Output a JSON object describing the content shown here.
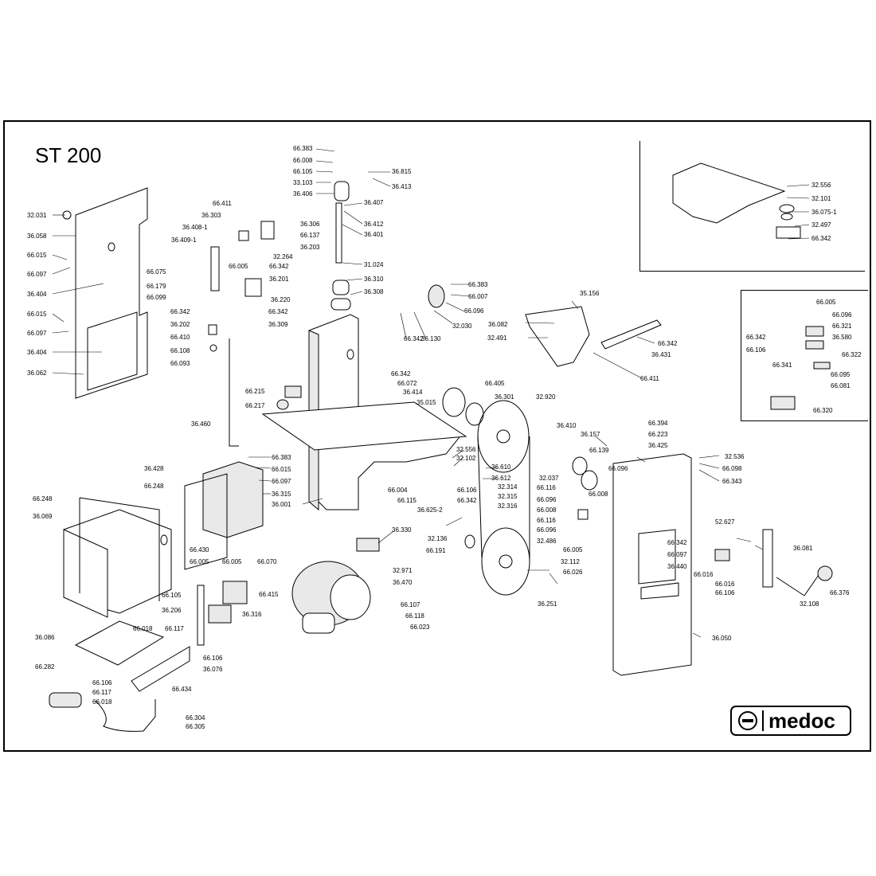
{
  "title": "ST 200",
  "brand": "medoc",
  "colors": {
    "ink": "#000000",
    "paper": "#ffffff",
    "part": "#e9e9e9"
  },
  "labels": [
    {
      "id": "p1",
      "text": "66.383"
    },
    {
      "id": "p2",
      "text": "66.008"
    },
    {
      "id": "p3",
      "text": "66.105"
    },
    {
      "id": "p4",
      "text": "33.103"
    },
    {
      "id": "p5",
      "text": "36.406"
    },
    {
      "id": "p6",
      "text": "36.815"
    },
    {
      "id": "p7",
      "text": "36.413"
    },
    {
      "id": "p8",
      "text": "36.407"
    },
    {
      "id": "p9",
      "text": "36.412"
    },
    {
      "id": "p10",
      "text": "36.401"
    },
    {
      "id": "p11",
      "text": "31.024"
    },
    {
      "id": "p12",
      "text": "36.310"
    },
    {
      "id": "p13",
      "text": "36.308"
    },
    {
      "id": "p14",
      "text": "32.031"
    },
    {
      "id": "p15",
      "text": "36.058"
    },
    {
      "id": "p16",
      "text": "66.015"
    },
    {
      "id": "p17",
      "text": "66.097"
    },
    {
      "id": "p18",
      "text": "36.404"
    },
    {
      "id": "p19",
      "text": "66.015"
    },
    {
      "id": "p20",
      "text": "66.097"
    },
    {
      "id": "p21",
      "text": "36.404"
    },
    {
      "id": "p22",
      "text": "36.062"
    },
    {
      "id": "p23",
      "text": "66.411"
    },
    {
      "id": "p24",
      "text": "36.303"
    },
    {
      "id": "p25",
      "text": "36.408-1"
    },
    {
      "id": "p26",
      "text": "36.409-1"
    },
    {
      "id": "p27",
      "text": "36.306"
    },
    {
      "id": "p28",
      "text": "66.137"
    },
    {
      "id": "p29",
      "text": "36.203"
    },
    {
      "id": "p30",
      "text": "32.264"
    },
    {
      "id": "p31",
      "text": "66.005"
    },
    {
      "id": "p32",
      "text": "66.075"
    },
    {
      "id": "p33",
      "text": "66.179"
    },
    {
      "id": "p34",
      "text": "66.099"
    },
    {
      "id": "p35",
      "text": "66.342"
    },
    {
      "id": "p36",
      "text": "36.201"
    },
    {
      "id": "p37",
      "text": "66.342"
    },
    {
      "id": "p38",
      "text": "36.202"
    },
    {
      "id": "p39",
      "text": "66.410"
    },
    {
      "id": "p40",
      "text": "66.108"
    },
    {
      "id": "p41",
      "text": "66.093"
    },
    {
      "id": "p42",
      "text": "36.220"
    },
    {
      "id": "p43",
      "text": "66.342"
    },
    {
      "id": "p44",
      "text": "36.309"
    },
    {
      "id": "p45",
      "text": "36.460"
    },
    {
      "id": "p46",
      "text": "66.383"
    },
    {
      "id": "p47",
      "text": "66.007"
    },
    {
      "id": "p48",
      "text": "66.096"
    },
    {
      "id": "p49",
      "text": "32.030"
    },
    {
      "id": "p50",
      "text": "36.130"
    },
    {
      "id": "p51",
      "text": "66.342"
    },
    {
      "id": "p52",
      "text": "35.156"
    },
    {
      "id": "p53",
      "text": "36.082"
    },
    {
      "id": "p54",
      "text": "32.491"
    },
    {
      "id": "p55",
      "text": "66.342"
    },
    {
      "id": "p56",
      "text": "36.431"
    },
    {
      "id": "p57",
      "text": "66.411"
    },
    {
      "id": "p58",
      "text": "32.556"
    },
    {
      "id": "p59",
      "text": "32.101"
    },
    {
      "id": "p60",
      "text": "36.075-1"
    },
    {
      "id": "p61",
      "text": "32.497"
    },
    {
      "id": "p62",
      "text": "66.342"
    },
    {
      "id": "p63",
      "text": "66.005"
    },
    {
      "id": "p64",
      "text": "66.096"
    },
    {
      "id": "p65",
      "text": "66.321"
    },
    {
      "id": "p66",
      "text": "66.342"
    },
    {
      "id": "p67",
      "text": "66.106"
    },
    {
      "id": "p68",
      "text": "36.580"
    },
    {
      "id": "p69",
      "text": "66.322"
    },
    {
      "id": "p70",
      "text": "66.341"
    },
    {
      "id": "p71",
      "text": "66.095"
    },
    {
      "id": "p72",
      "text": "66.081"
    },
    {
      "id": "p73",
      "text": "66.320"
    },
    {
      "id": "p74",
      "text": "66.342"
    },
    {
      "id": "p75",
      "text": "66.072"
    },
    {
      "id": "p76",
      "text": "36.414"
    },
    {
      "id": "p77",
      "text": "35.015"
    },
    {
      "id": "p78",
      "text": "66.215"
    },
    {
      "id": "p79",
      "text": "66.217"
    },
    {
      "id": "p80",
      "text": "66.405"
    },
    {
      "id": "p81",
      "text": "36.301"
    },
    {
      "id": "p82",
      "text": "32.920"
    },
    {
      "id": "p83",
      "text": "36.410"
    },
    {
      "id": "p84",
      "text": "36.157"
    },
    {
      "id": "p85",
      "text": "66.139"
    },
    {
      "id": "p86",
      "text": "66.394"
    },
    {
      "id": "p87",
      "text": "66.223"
    },
    {
      "id": "p88",
      "text": "36.425"
    },
    {
      "id": "p89",
      "text": "32.536"
    },
    {
      "id": "p90",
      "text": "66.098"
    },
    {
      "id": "p91",
      "text": "66.343"
    },
    {
      "id": "p92",
      "text": "66.383"
    },
    {
      "id": "p93",
      "text": "66.015"
    },
    {
      "id": "p94",
      "text": "66.097"
    },
    {
      "id": "p95",
      "text": "36.315"
    },
    {
      "id": "p96",
      "text": "36.001"
    },
    {
      "id": "p97",
      "text": "36.428"
    },
    {
      "id": "p98",
      "text": "66.248"
    },
    {
      "id": "p99",
      "text": "66.248"
    },
    {
      "id": "p100",
      "text": "36.069"
    },
    {
      "id": "p101",
      "text": "32.556"
    },
    {
      "id": "p102",
      "text": "32.102"
    },
    {
      "id": "p103",
      "text": "36.610"
    },
    {
      "id": "p104",
      "text": "36.612"
    },
    {
      "id": "p105",
      "text": "66.004"
    },
    {
      "id": "p106",
      "text": "66.115"
    },
    {
      "id": "p107",
      "text": "66.106"
    },
    {
      "id": "p108",
      "text": "66.342"
    },
    {
      "id": "p109",
      "text": "36.625-2"
    },
    {
      "id": "p110",
      "text": "32.314"
    },
    {
      "id": "p111",
      "text": "32.315"
    },
    {
      "id": "p112",
      "text": "32.316"
    },
    {
      "id": "p113",
      "text": "32.037"
    },
    {
      "id": "p114",
      "text": "66.096"
    },
    {
      "id": "p115",
      "text": "66.008"
    },
    {
      "id": "p116",
      "text": "66.116"
    },
    {
      "id": "p117",
      "text": "66.096"
    },
    {
      "id": "p118",
      "text": "66.008"
    },
    {
      "id": "p119",
      "text": "66.116"
    },
    {
      "id": "p120",
      "text": "66.096"
    },
    {
      "id": "p121",
      "text": "32.486"
    },
    {
      "id": "p122",
      "text": "66.005"
    },
    {
      "id": "p123",
      "text": "52.627"
    },
    {
      "id": "p124",
      "text": "36.081"
    },
    {
      "id": "p125",
      "text": "66.342"
    },
    {
      "id": "p126",
      "text": "66.097"
    },
    {
      "id": "p127",
      "text": "36.440"
    },
    {
      "id": "p128",
      "text": "66.016"
    },
    {
      "id": "p129",
      "text": "66.016"
    },
    {
      "id": "p130",
      "text": "66.106"
    },
    {
      "id": "p131",
      "text": "66.376"
    },
    {
      "id": "p132",
      "text": "32.108"
    },
    {
      "id": "p133",
      "text": "36.050"
    },
    {
      "id": "p134",
      "text": "36.330"
    },
    {
      "id": "p135",
      "text": "32.136"
    },
    {
      "id": "p136",
      "text": "66.191"
    },
    {
      "id": "p137",
      "text": "32.112"
    },
    {
      "id": "p138",
      "text": "66.026"
    },
    {
      "id": "p139",
      "text": "36.251"
    },
    {
      "id": "p140",
      "text": "32.971"
    },
    {
      "id": "p141",
      "text": "36.470"
    },
    {
      "id": "p142",
      "text": "66.107"
    },
    {
      "id": "p143",
      "text": "66.118"
    },
    {
      "id": "p144",
      "text": "66.023"
    },
    {
      "id": "p145",
      "text": "66.430"
    },
    {
      "id": "p146",
      "text": "66.005"
    },
    {
      "id": "p147",
      "text": "66.005"
    },
    {
      "id": "p148",
      "text": "66.070"
    },
    {
      "id": "p149",
      "text": "66.105"
    },
    {
      "id": "p150",
      "text": "66.415"
    },
    {
      "id": "p151",
      "text": "36.206"
    },
    {
      "id": "p152",
      "text": "36.316"
    },
    {
      "id": "p153",
      "text": "36.086"
    },
    {
      "id": "p154",
      "text": "66.018"
    },
    {
      "id": "p155",
      "text": "66.117"
    },
    {
      "id": "p156",
      "text": "66.282"
    },
    {
      "id": "p157",
      "text": "66.106"
    },
    {
      "id": "p158",
      "text": "36.076"
    },
    {
      "id": "p159",
      "text": "66.106"
    },
    {
      "id": "p160",
      "text": "66.117"
    },
    {
      "id": "p161",
      "text": "66.018"
    },
    {
      "id": "p162",
      "text": "66.434"
    },
    {
      "id": "p163",
      "text": "66.304"
    },
    {
      "id": "p164",
      "text": "66.305"
    }
  ]
}
